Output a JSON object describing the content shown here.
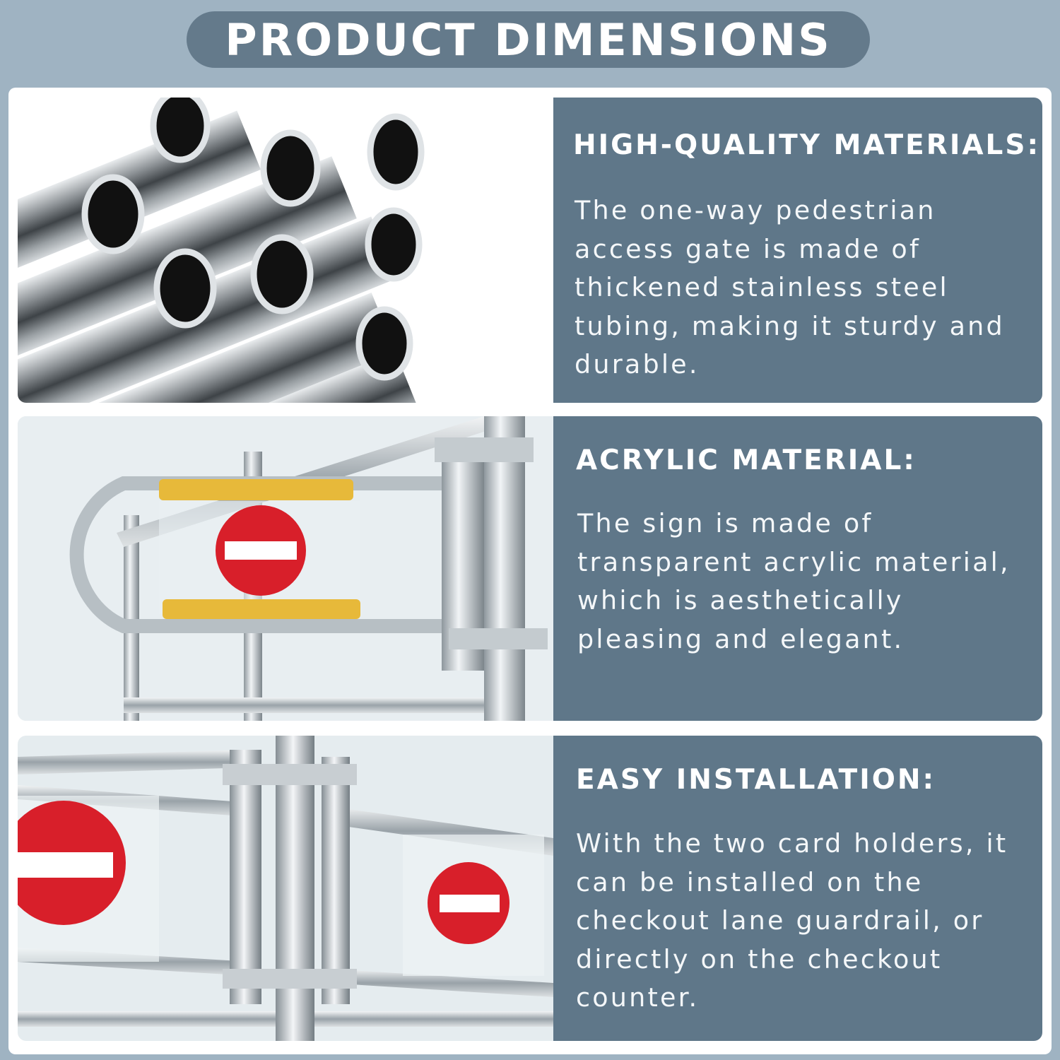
{
  "header": {
    "title": "PRODUCT DIMENSIONS"
  },
  "features": [
    {
      "heading": "HIGH-QUALITY MATERIALS:",
      "body": "The one-way pedestrian access gate is made of thickened stainless steel tubing, making it sturdy and durable.",
      "image": "stainless-steel-tubes"
    },
    {
      "heading": "ACRYLIC MATERIAL:",
      "body": "The sign is made of transparent acrylic material, which is aesthetically pleasing and elegant.",
      "image": "gate-with-no-entry-sign"
    },
    {
      "heading": "EASY INSTALLATION:",
      "body": "With the two card holders, it can be installed on the checkout lane guardrail, or directly on the checkout counter.",
      "image": "gate-installed-on-guardrail"
    }
  ],
  "colors": {
    "background": "#9fb3c2",
    "title_pill": "#647a8b",
    "panel": "#5f7789",
    "sign_red": "#d81f2a",
    "holder_yellow": "#e7b93a"
  }
}
